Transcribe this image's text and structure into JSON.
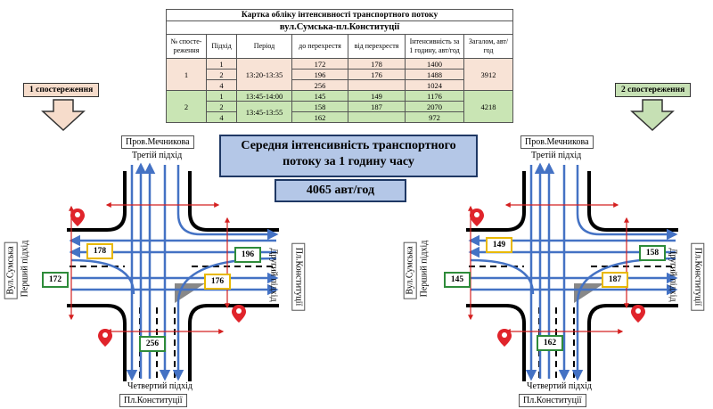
{
  "table": {
    "title": "Картка обліку інтенсивності транспортного потоку",
    "subtitle": "вул.Сумська-пл.Конституції",
    "headers": [
      "№ спосте-реження",
      "Підхід",
      "Період",
      "до перехрестя",
      "від перехрестя",
      "Інтенсивність за 1 годину, авт/год",
      "Загалом, авт/год"
    ],
    "obs1": {
      "no": "1",
      "period": "13:20-13:35",
      "total": "3912",
      "rows": [
        {
          "approach": "1",
          "to": "172",
          "from": "178",
          "intensity": "1400"
        },
        {
          "approach": "2",
          "to": "196",
          "from": "176",
          "intensity": "1488"
        },
        {
          "approach": "4",
          "to": "256",
          "from": "",
          "intensity": "1024"
        }
      ]
    },
    "obs2": {
      "no": "2",
      "period1": "13:45-14:00",
      "period2": "13:45-13:55",
      "total": "4218",
      "rows": [
        {
          "approach": "1",
          "to": "145",
          "from": "149",
          "intensity": "1176"
        },
        {
          "approach": "2",
          "to": "158",
          "from": "187",
          "intensity": "2070"
        },
        {
          "approach": "4",
          "to": "162",
          "from": "",
          "intensity": "972"
        }
      ]
    }
  },
  "tags": {
    "obs1": "1 спостереження",
    "obs2": "2 спостереження"
  },
  "center": {
    "title": "Середня інтенсивність транспортного потоку за 1 годину часу",
    "value": "4065 авт/год"
  },
  "left": {
    "top_street": "Пров.Мечникова",
    "third": "Третій підхід",
    "left_street": "Вул.Сумська",
    "first": "Перший підхід",
    "right_street": "Пл.Конституції",
    "second": "Другий підхід",
    "fourth": "Четвертий підхід",
    "bottom_street": "Пл.Конституції",
    "counts": {
      "a": "178",
      "b": "196",
      "c": "172",
      "d": "176",
      "e": "256"
    }
  },
  "right": {
    "top_street": "Пров.Мечникова",
    "third": "Третій підхід",
    "left_street": "Вул.Сумська",
    "first": "Перший підхід",
    "right_street": "Пл.Конституції",
    "second": "Другий підхід",
    "fourth": "Четвертий підхід",
    "bottom_street": "Пл.Конституції",
    "counts": {
      "a": "149",
      "b": "158",
      "c": "145",
      "d": "187",
      "e": "162"
    }
  },
  "colors": {
    "pink": "#f8e3d6",
    "green": "#c9e5b4",
    "blue_box": "#b4c7e7",
    "flow": "#4472c4",
    "marker": "#e0242b",
    "yellow_border": "#e8b800",
    "green_border": "#2e8b3a"
  }
}
